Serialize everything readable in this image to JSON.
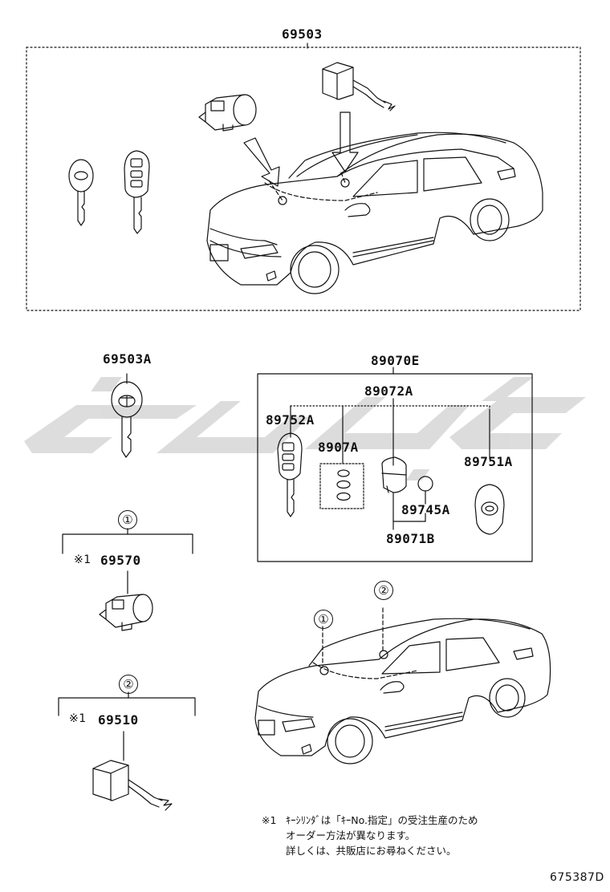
{
  "labels": {
    "p69503": "69503",
    "p69503A": "69503A",
    "p89070E": "89070E",
    "p89072A": "89072A",
    "p89752A": "89752A",
    "p8907A": "8907A",
    "p89751A": "89751A",
    "p89745A": "89745A",
    "p89071B": "89071B",
    "p69570": "69570",
    "p69510": "69510",
    "ref1_mark": "※1",
    "ref2_mark": "※1",
    "circle1": "①",
    "circle2": "②",
    "car_circle1": "①",
    "car_circle2": "②",
    "diagram_code": "675387D"
  },
  "note": {
    "mark": "※1",
    "line1": "ｷｰｼﾘﾝﾀﾞは「ｷｰNo.指定」の受注生産のため",
    "line2": "オーダー方法が異なります。",
    "line3": "詳しくは、共販店にお尋ねください。"
  },
  "colors": {
    "line": "#111111",
    "watermark": "#d7d7d7"
  }
}
